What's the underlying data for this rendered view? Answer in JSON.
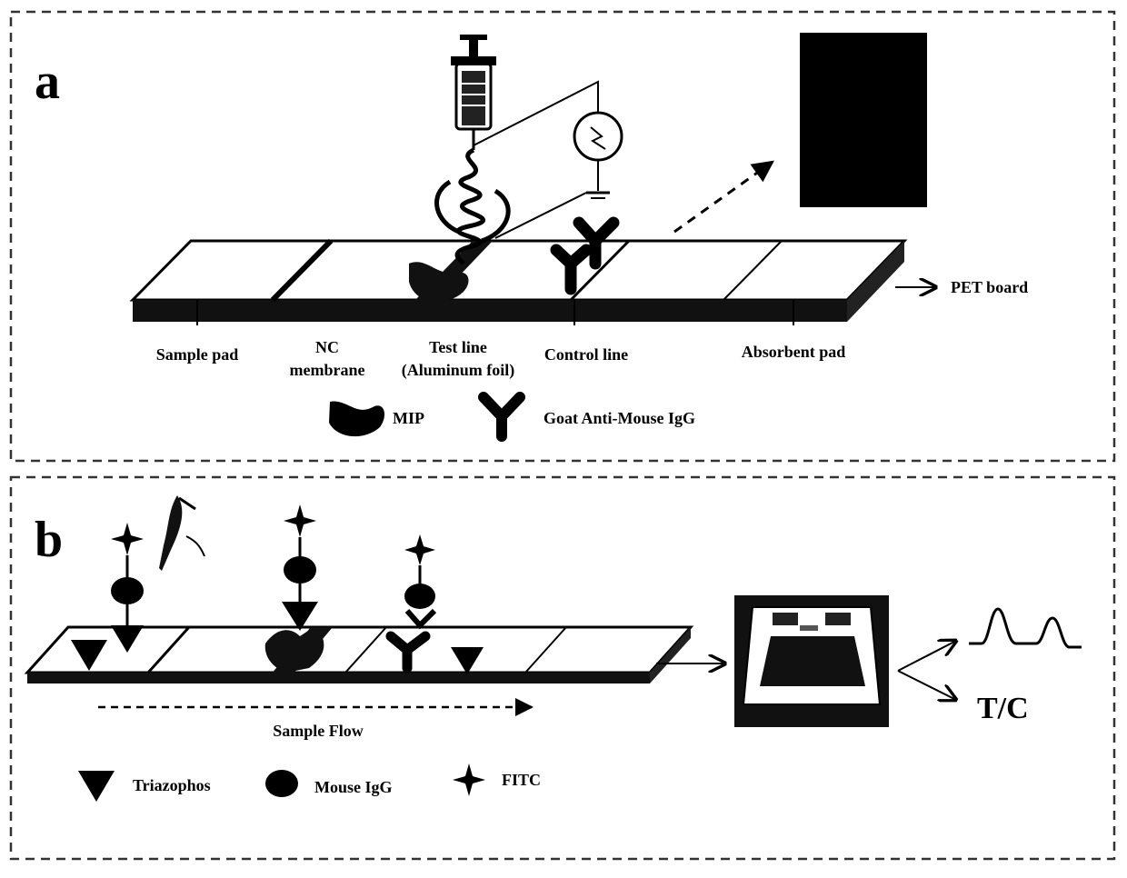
{
  "panel_a": {
    "letter": "a",
    "labels": {
      "sample_pad": "Sample pad",
      "nc_line1": "NC",
      "nc_line2": "membrane",
      "test_line1": "Test line",
      "test_line2": "(Aluminum foil)",
      "control_line": "Control line",
      "absorbent_pad": "Absorbent pad",
      "pet_board": "PET board"
    },
    "legend": {
      "mip": "MIP",
      "igg": "Goat Anti-Mouse IgG"
    }
  },
  "panel_b": {
    "letter": "b",
    "sample_flow": "Sample Flow",
    "ratio": "T/C",
    "legend": {
      "triazophos": "Triazophos",
      "mouse_igg": "Mouse IgG",
      "fitc": "FITC"
    }
  },
  "colors": {
    "ink": "#000000",
    "strip_fill": "#ffffff",
    "border_dash": "#333333"
  }
}
